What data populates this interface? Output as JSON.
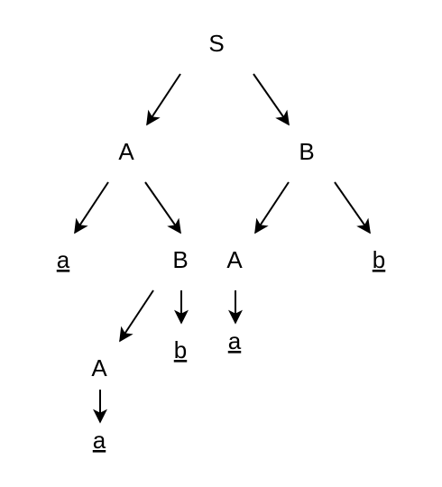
{
  "tree": {
    "nodes": [
      {
        "id": "n0",
        "label": "S",
        "terminal": false
      },
      {
        "id": "n1",
        "label": "A",
        "terminal": false
      },
      {
        "id": "n2",
        "label": "B",
        "terminal": false
      },
      {
        "id": "n3",
        "label": "a",
        "terminal": true
      },
      {
        "id": "n4",
        "label": "B",
        "terminal": false
      },
      {
        "id": "n5",
        "label": "A",
        "terminal": false
      },
      {
        "id": "n6",
        "label": "b",
        "terminal": true
      },
      {
        "id": "n7",
        "label": "A",
        "terminal": false
      },
      {
        "id": "n8",
        "label": "b",
        "terminal": true
      },
      {
        "id": "n9",
        "label": "a",
        "terminal": true
      },
      {
        "id": "n10",
        "label": "a",
        "terminal": true
      }
    ],
    "edges": [
      [
        "n0",
        "n1"
      ],
      [
        "n0",
        "n2"
      ],
      [
        "n1",
        "n3"
      ],
      [
        "n1",
        "n4"
      ],
      [
        "n2",
        "n5"
      ],
      [
        "n2",
        "n6"
      ],
      [
        "n4",
        "n7"
      ],
      [
        "n4",
        "n8"
      ],
      [
        "n5",
        "n9"
      ],
      [
        "n7",
        "n10"
      ]
    ],
    "colors": {
      "ink": "#000000",
      "background": "#ffffff"
    }
  }
}
